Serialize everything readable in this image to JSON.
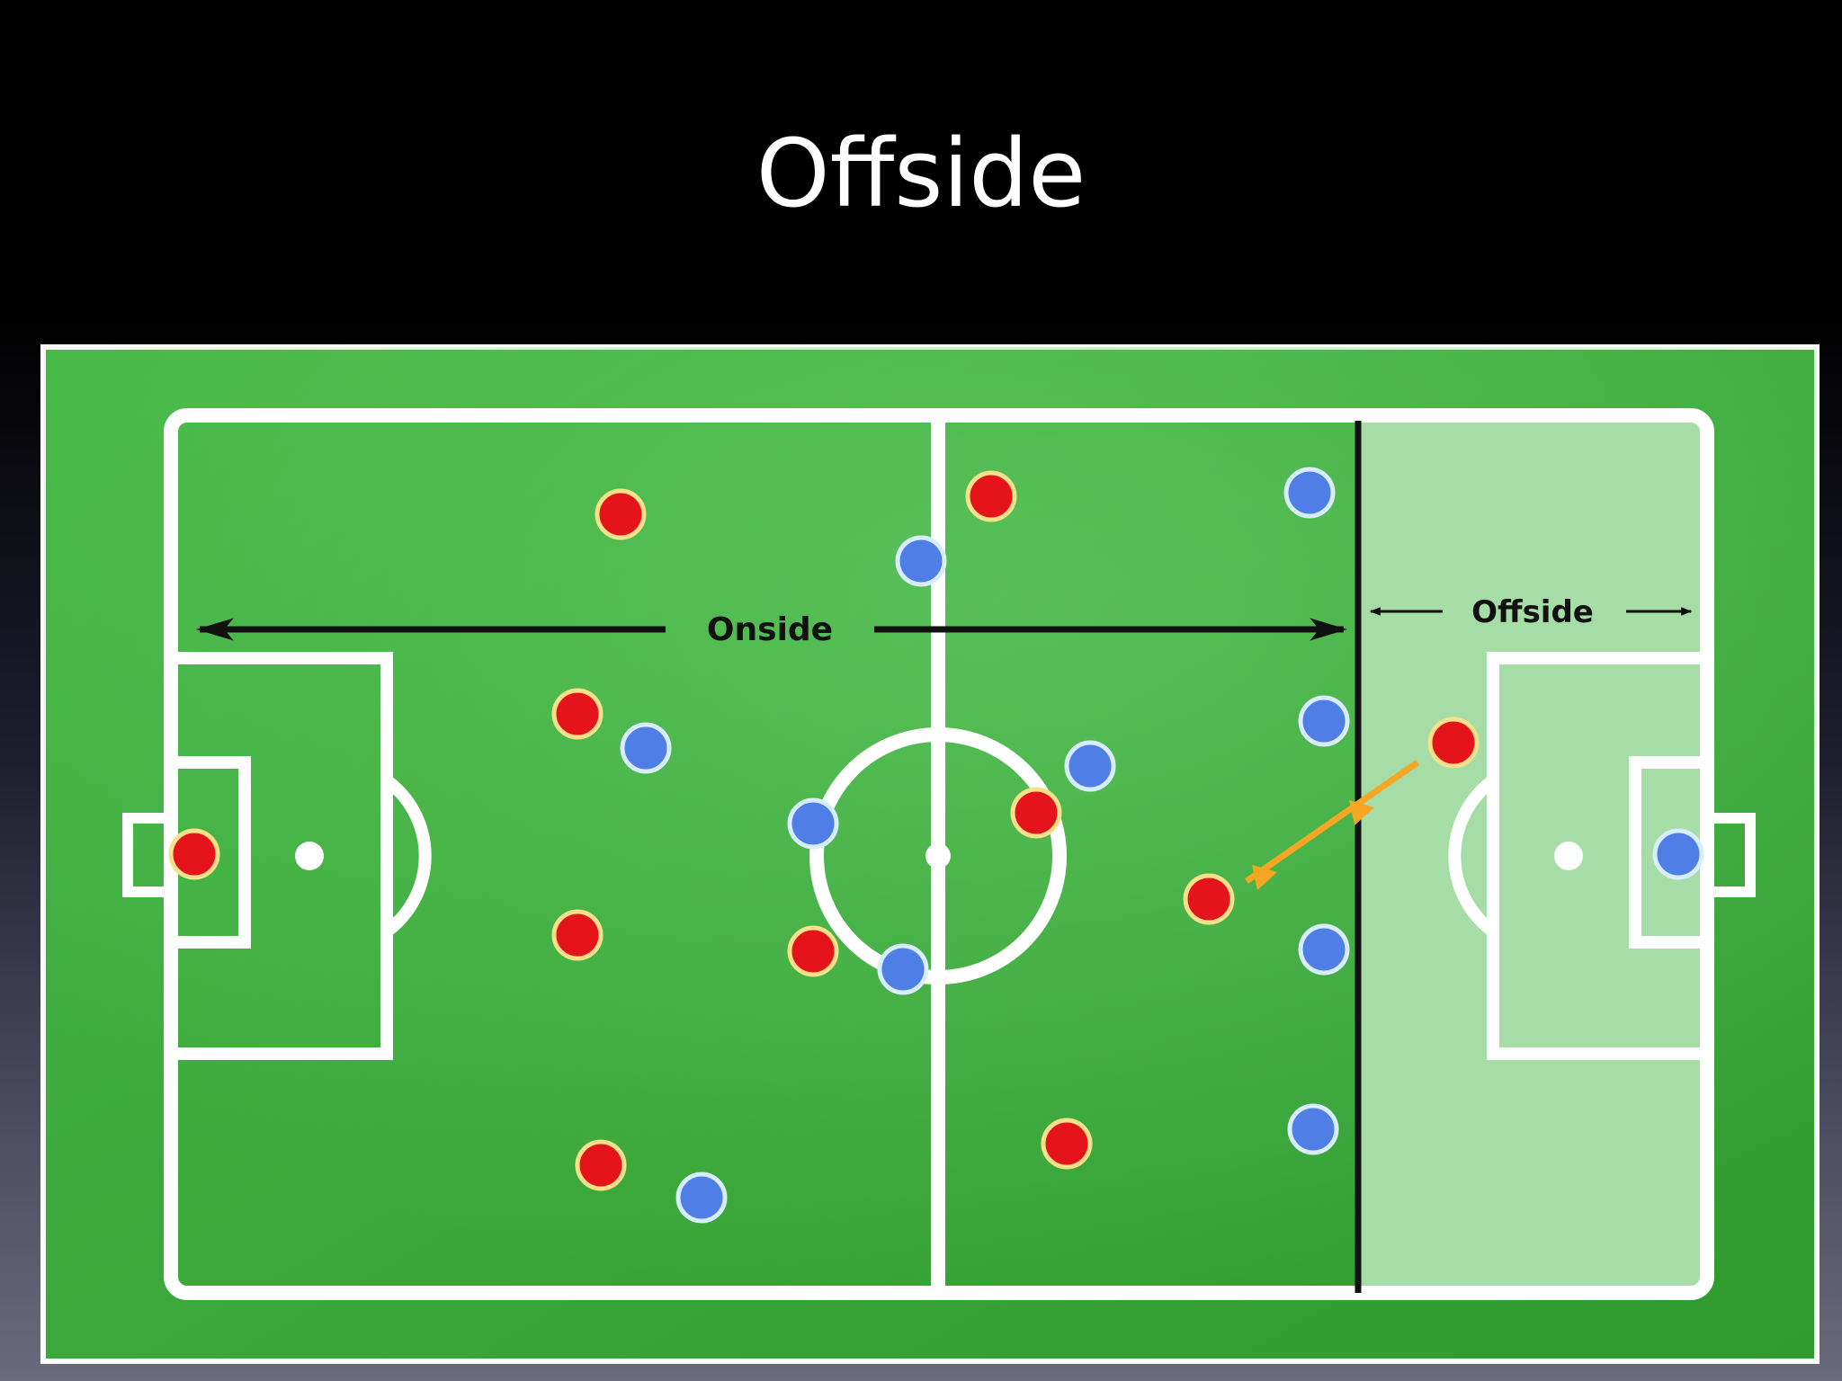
{
  "slide": {
    "title": "Offside"
  },
  "diagram": {
    "labels": {
      "onside": "Onside",
      "offside": "Offside"
    },
    "colors": {
      "pitch_green": "#3dae3d",
      "offside_zone": "#a6dca6",
      "line_white": "#ffffff",
      "red_team": "#e4141a",
      "blue_team": "#4f7fe6",
      "pass_arrow": "#f5a623",
      "offside_line": "#111111"
    },
    "teams": {
      "red": {
        "player_count": 11
      },
      "blue": {
        "player_count": 11
      }
    }
  }
}
